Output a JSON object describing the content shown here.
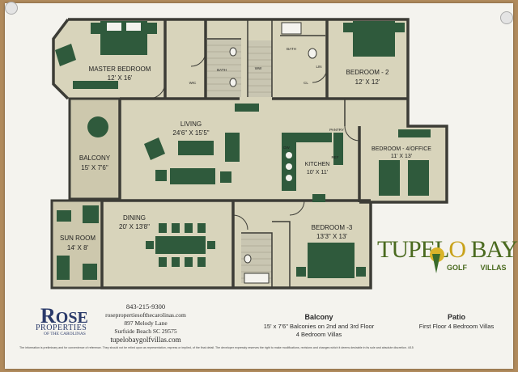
{
  "rooms": {
    "master": {
      "name": "MASTER BEDROOM",
      "dims": "12' X 16'"
    },
    "bedroom2": {
      "name": "BEDROOM - 2",
      "dims": "12' X 12'"
    },
    "living": {
      "name": "LIVING",
      "dims": "24'6\" X 15'5\""
    },
    "balcony": {
      "name": "BALCONY",
      "dims": "15' X 7'6\""
    },
    "kitchen": {
      "name": "KITCHEN",
      "dims": "10' X 11'"
    },
    "bedroom4": {
      "name": "BEDROOM - 4/OFFICE",
      "dims": "11' X 13'"
    },
    "dining": {
      "name": "DINING",
      "dims": "20' X 13'8\""
    },
    "sunroom": {
      "name": "SUN ROOM",
      "dims": "14' X 8'"
    },
    "bedroom3": {
      "name": "BEDROOM -3",
      "dims": "13'3\" X 13'"
    }
  },
  "fixtures": {
    "bath1": "BATH",
    "bath2": "BATH",
    "closet": "CL",
    "wic": "WIC",
    "ww": "WW",
    "linen": "LIN",
    "dw": "DW",
    "pantry": "PANTRY",
    "ref": "REF"
  },
  "brand": {
    "tupelo": "TUPEL",
    "tupelo_o": "O",
    "bay": "BAY",
    "golf": "GOLF",
    "villas": "VILLAS"
  },
  "rose": {
    "r": "R",
    "ose": "OSE",
    "properties": "PROPERTIES",
    "carolinas": "OF THE CAROLINAS"
  },
  "contact": {
    "phone": "843-215-9300",
    "web": "rosepropertiesofthecarolinas.com",
    "street": "897 Melody Lane",
    "city": "Surfside Beach SC  29575",
    "site": "tupelobaygolfvillas.com"
  },
  "balcony_note": {
    "title": "Balcony",
    "line1": "15' x 7'6\" Balconies on 2nd and 3rd Floor",
    "line2": "4 Bedroom Villas"
  },
  "patio_note": {
    "title": "Patio",
    "line1": "First Floor 4 Bedroom Villas"
  },
  "disclaimer": "The information is preliminary and for convenience of reference. They should not be relied upon as representation, express or implied, of the final detail. The developer expressly reserves the right to make modifications, revisions and changes which it deems desirable in its sole and absolute discretion. 4/15",
  "colors": {
    "floor": "#d8d4bb",
    "wall": "#3c3c36",
    "furniture": "#2f5a3c",
    "brand_green": "#6f8f2e",
    "rose_navy": "#2a3a6a"
  }
}
